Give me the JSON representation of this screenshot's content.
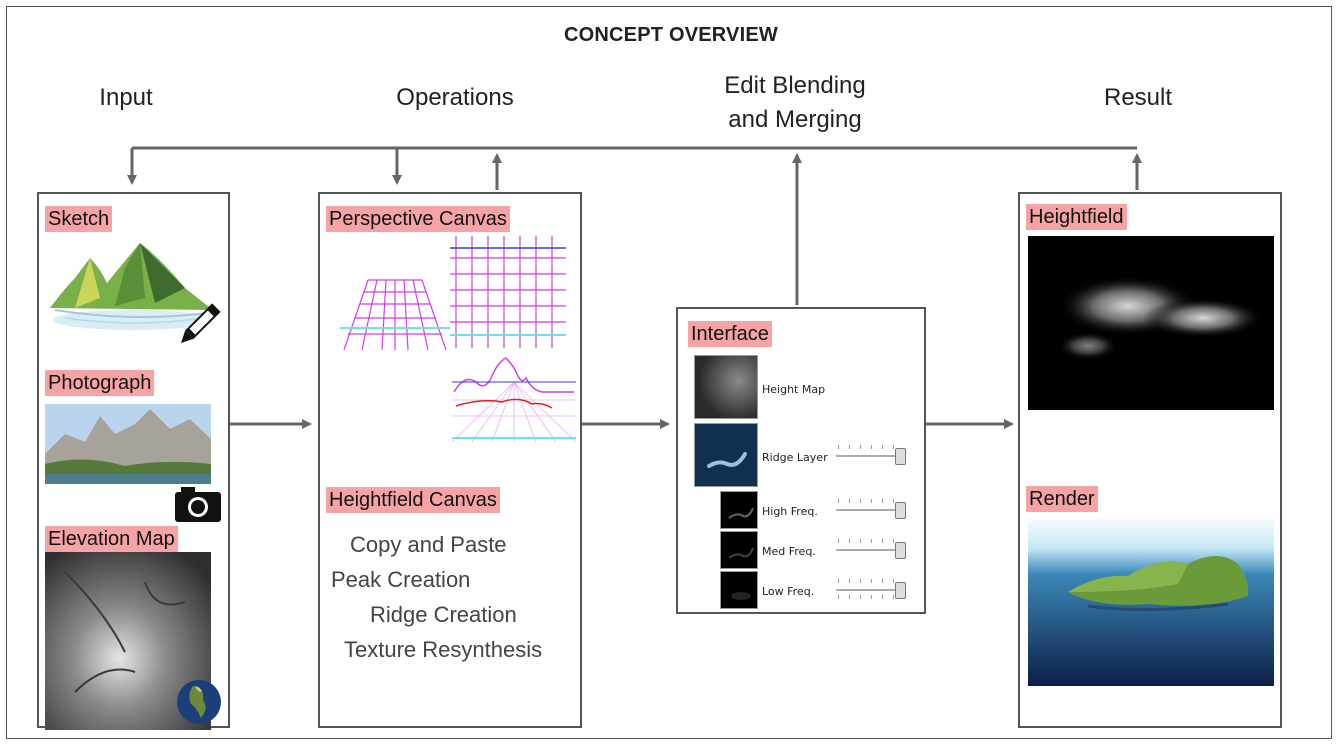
{
  "title": "CONCEPT OVERVIEW",
  "columns": {
    "input": "Input",
    "operations": "Operations",
    "edit_line1": "Edit Blending",
    "edit_line2": "and Merging",
    "result": "Result"
  },
  "input_box": {
    "sketch": "Sketch",
    "photograph": "Photograph",
    "elevation_map": "Elevation Map",
    "icons": [
      "pencil-icon",
      "camera-icon",
      "globe-icon"
    ]
  },
  "operations_box": {
    "perspective_canvas": "Perspective Canvas",
    "heightfield_canvas": "Heightfield Canvas",
    "operations": [
      "Copy and Paste",
      "Peak Creation",
      "Ridge Creation",
      "Texture Resynthesis"
    ]
  },
  "interface_box": {
    "title": "Interface",
    "layers": [
      "Height Map",
      "Ridge Layer",
      "High Freq.",
      "Med Freq.",
      "Low Freq."
    ]
  },
  "result_box": {
    "heightfield": "Heightfield",
    "render": "Render"
  },
  "colors": {
    "label_highlight": "#f6a3a5",
    "arrow": "#666666",
    "grid_magenta": "#d040e0",
    "horizon_cyan": "#6fe3e3",
    "curve_red": "#e02020"
  }
}
